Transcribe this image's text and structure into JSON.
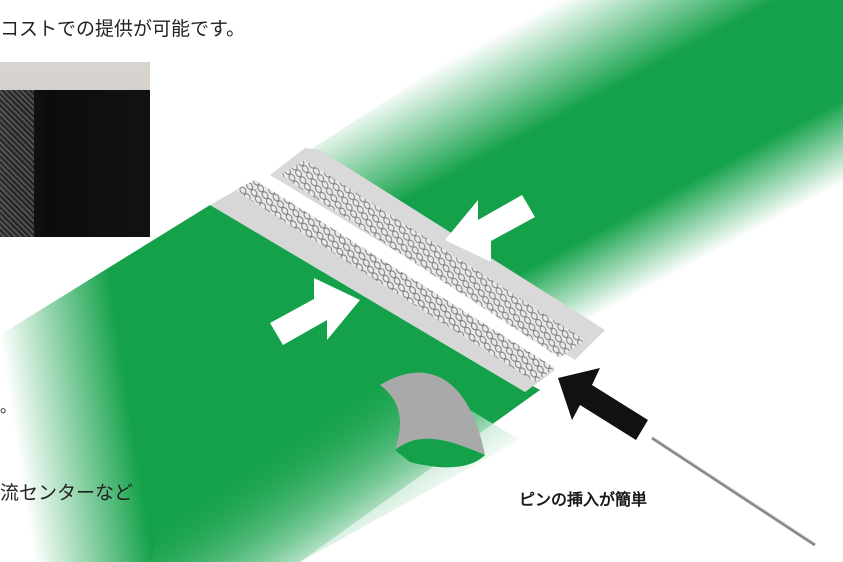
{
  "texts": {
    "top_line": "コストでの提供が可能です。",
    "left_dot": "。",
    "bottom_line": "流センターなど",
    "pin_label": "ピンの挿入が簡単"
  },
  "colors": {
    "belt_green": "#14a14a",
    "lacing_gray": "#d7d7d7",
    "arrow_black": "#111111",
    "arrow_white": "#ffffff"
  },
  "icons": {
    "arrow_right_upper": "arrow-left-icon",
    "arrow_left_lower": "arrow-right-icon",
    "arrow_insert": "arrow-up-left-icon"
  }
}
